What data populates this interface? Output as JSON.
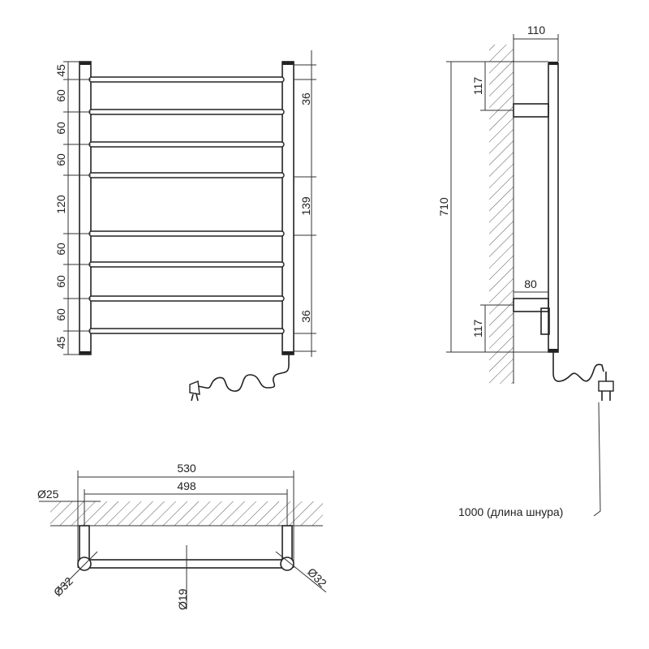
{
  "front_view": {
    "spacing_left": [
      "45",
      "60",
      "60",
      "60",
      "120",
      "60",
      "60",
      "60",
      "45"
    ],
    "right_top": "36",
    "right_middle": "139",
    "right_bottom": "36"
  },
  "side_view": {
    "depth": "110",
    "height": "710",
    "top_offset": "117",
    "bottom_offset": "117",
    "heater_depth": "80"
  },
  "top_view": {
    "overall_width": "530",
    "mount_width": "498",
    "flange_diameter": "Ø25",
    "post_diameter_left": "Ø32",
    "post_diameter_right": "Ø32",
    "rung_diameter": "Ø19"
  },
  "cord_label": "1000 (длина шнура)"
}
